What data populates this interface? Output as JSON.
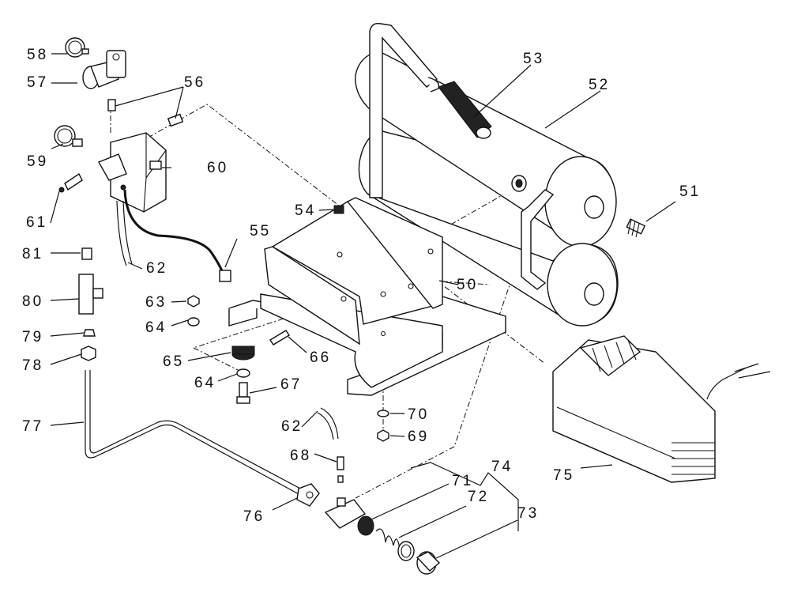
{
  "callouts": {
    "p50": "50",
    "p51": "51",
    "p52": "52",
    "p53": "53",
    "p54": "54",
    "p55": "55",
    "p56": "56",
    "p57": "57",
    "p58": "58",
    "p59": "59",
    "p60": "60",
    "p61": "61",
    "p62a": "62",
    "p62b": "62",
    "p63": "63",
    "p64a": "64",
    "p64b": "64",
    "p65": "65",
    "p66": "66",
    "p67": "67",
    "p68": "68",
    "p69": "69",
    "p70": "70",
    "p71": "71",
    "p72": "72",
    "p73": "73",
    "p74": "74",
    "p75": "75",
    "p76": "76",
    "p77": "77",
    "p78": "78",
    "p79": "79",
    "p80": "80",
    "p81": "81"
  },
  "colors": {
    "ink": "#111111",
    "background": "#ffffff"
  }
}
